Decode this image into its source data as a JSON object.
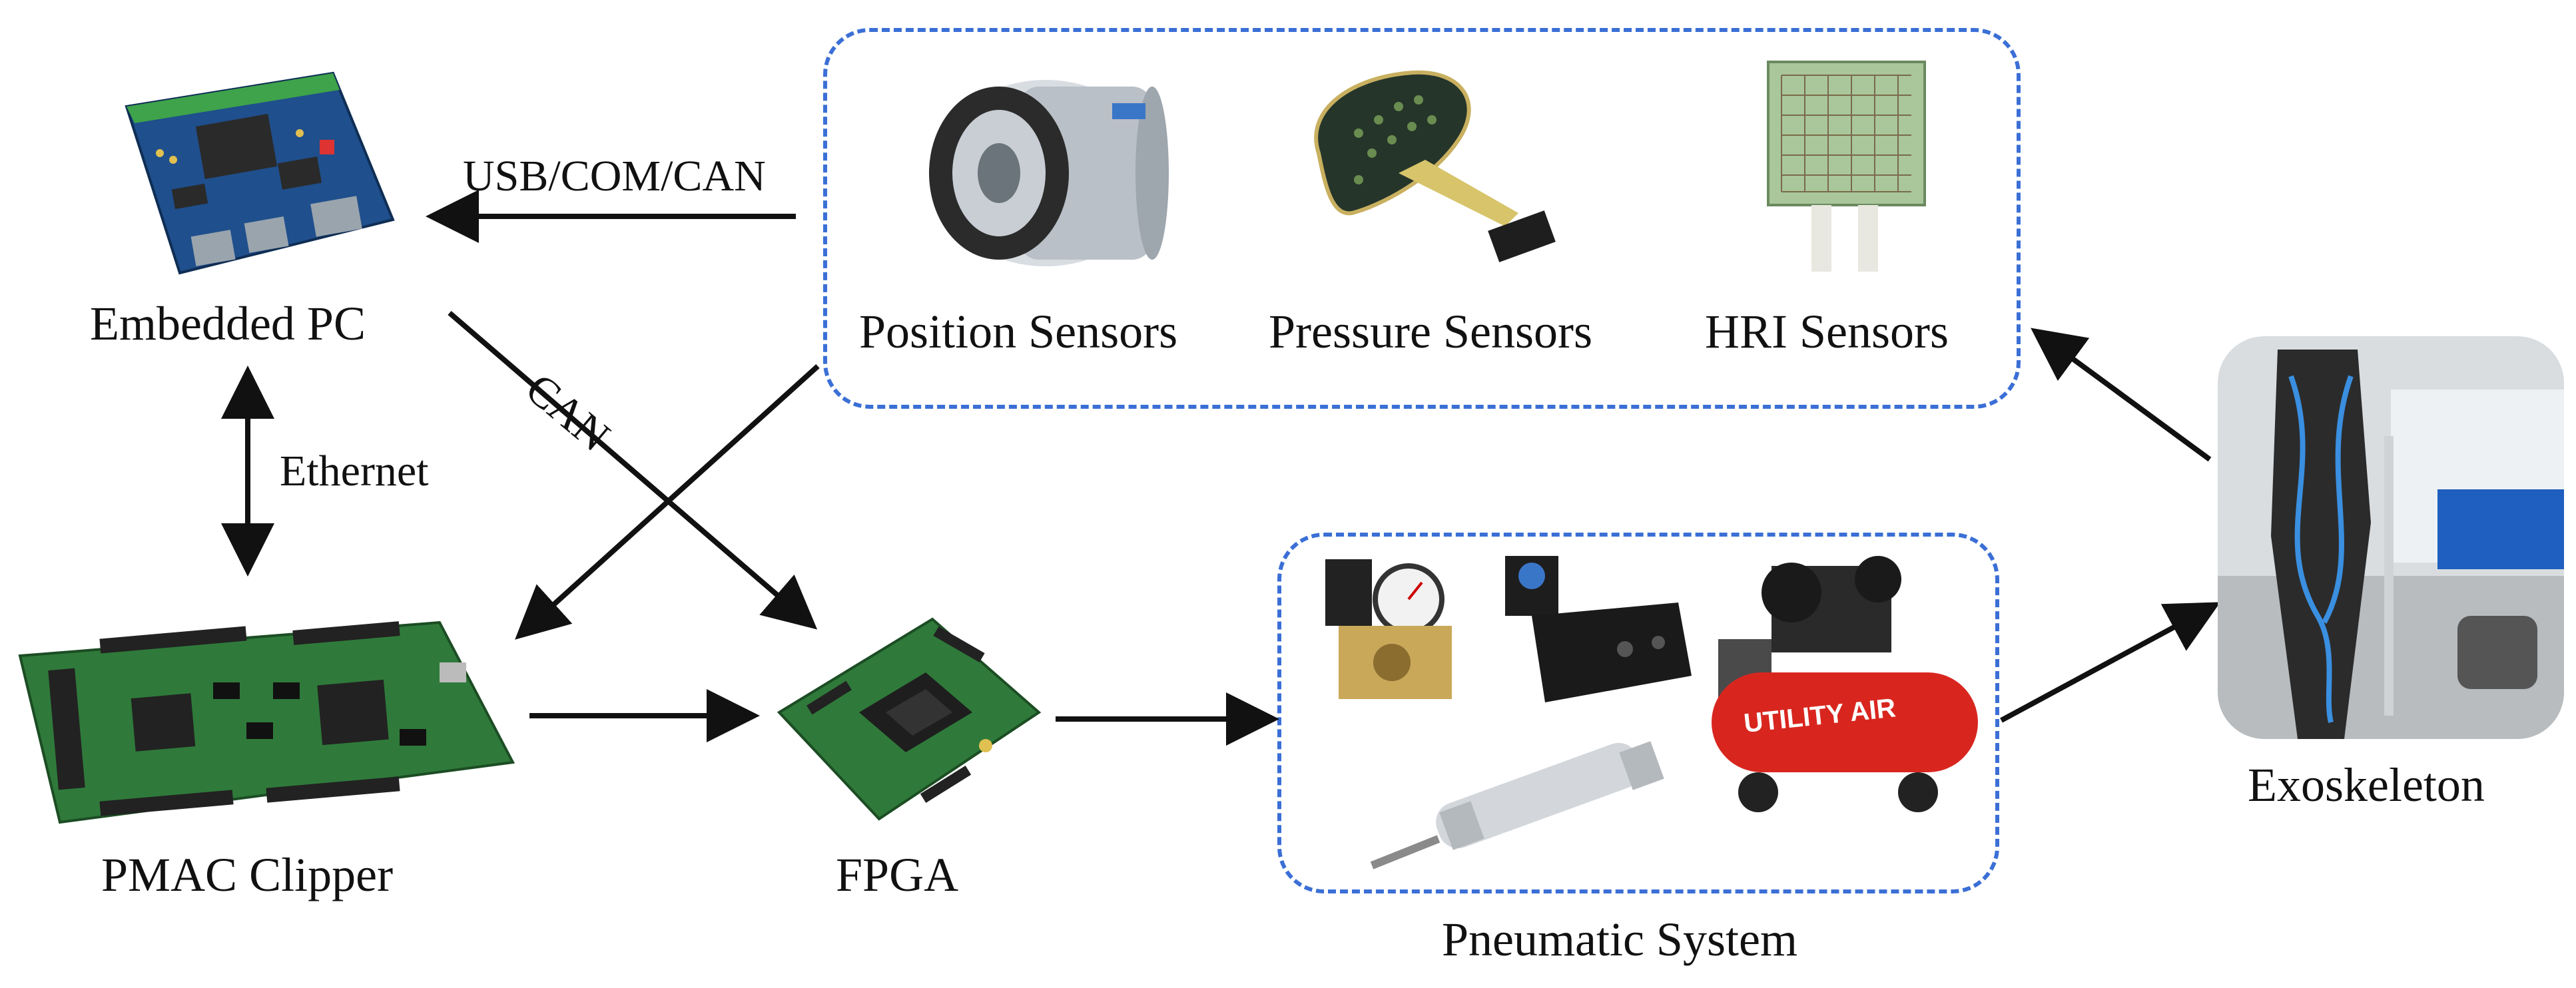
{
  "nodes": {
    "embedded_pc": "Embedded PC",
    "pmac": "PMAC Clipper",
    "fpga": "FPGA",
    "pneumatic": "Pneumatic System",
    "exoskeleton": "Exoskeleton"
  },
  "sensors": {
    "position": "Position Sensors",
    "pressure": "Pressure Sensors",
    "hri": "HRI Sensors"
  },
  "edges": {
    "usb": "USB/COM/CAN",
    "can": "CAN",
    "ethernet": "Ethernet"
  },
  "colors": {
    "dashed_box": "#3b6fd6",
    "pcb_green": "#2f7a3a",
    "pcb_blue": "#1f4f8c",
    "compressor_red": "#d8261f",
    "arrow": "#111111"
  },
  "compressor_brand": "UTILITY AIR"
}
